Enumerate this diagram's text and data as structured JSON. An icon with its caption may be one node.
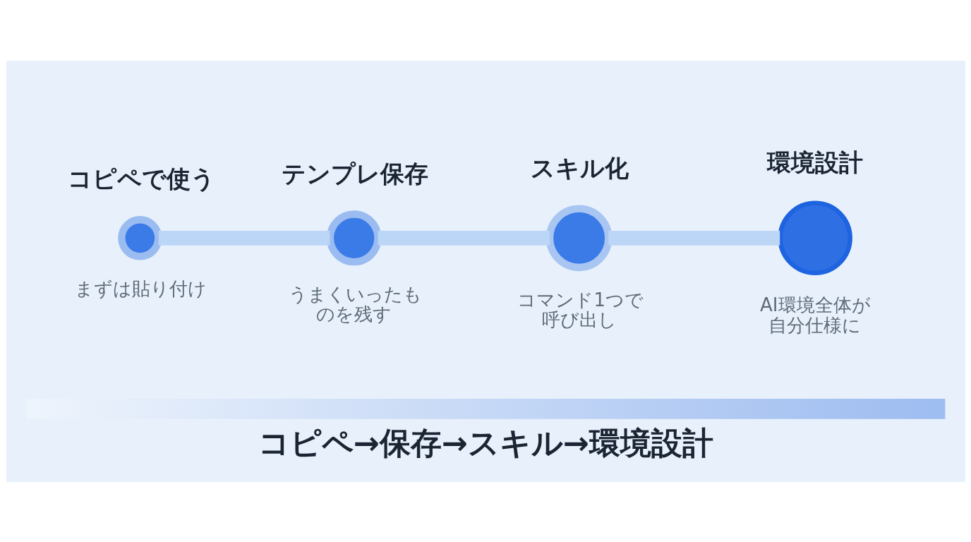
{
  "diagram": {
    "caption": "コピペ→保存→スキル→環境設計",
    "nodes": [
      {
        "text": [
          "コピペで使う"
        ],
        "beside": [
          "まずは貼り付け"
        ]
      },
      {
        "text": [
          "テンプレ保存"
        ],
        "beside": [
          "うまくいったものを残す"
        ]
      },
      {
        "text": [
          "スキル化"
        ],
        "beside": [
          "コマンド1つで呼び出し"
        ]
      },
      {
        "text": [
          "環境設計"
        ],
        "beside": [
          "AI環境全体が自分仕様に"
        ]
      }
    ],
    "edges": [
      {
        "from": 0,
        "to": 1,
        "arrow": "none"
      },
      {
        "from": 1,
        "to": 2,
        "arrow": "none"
      },
      {
        "from": 2,
        "to": 3,
        "arrow": "none"
      }
    ]
  }
}
